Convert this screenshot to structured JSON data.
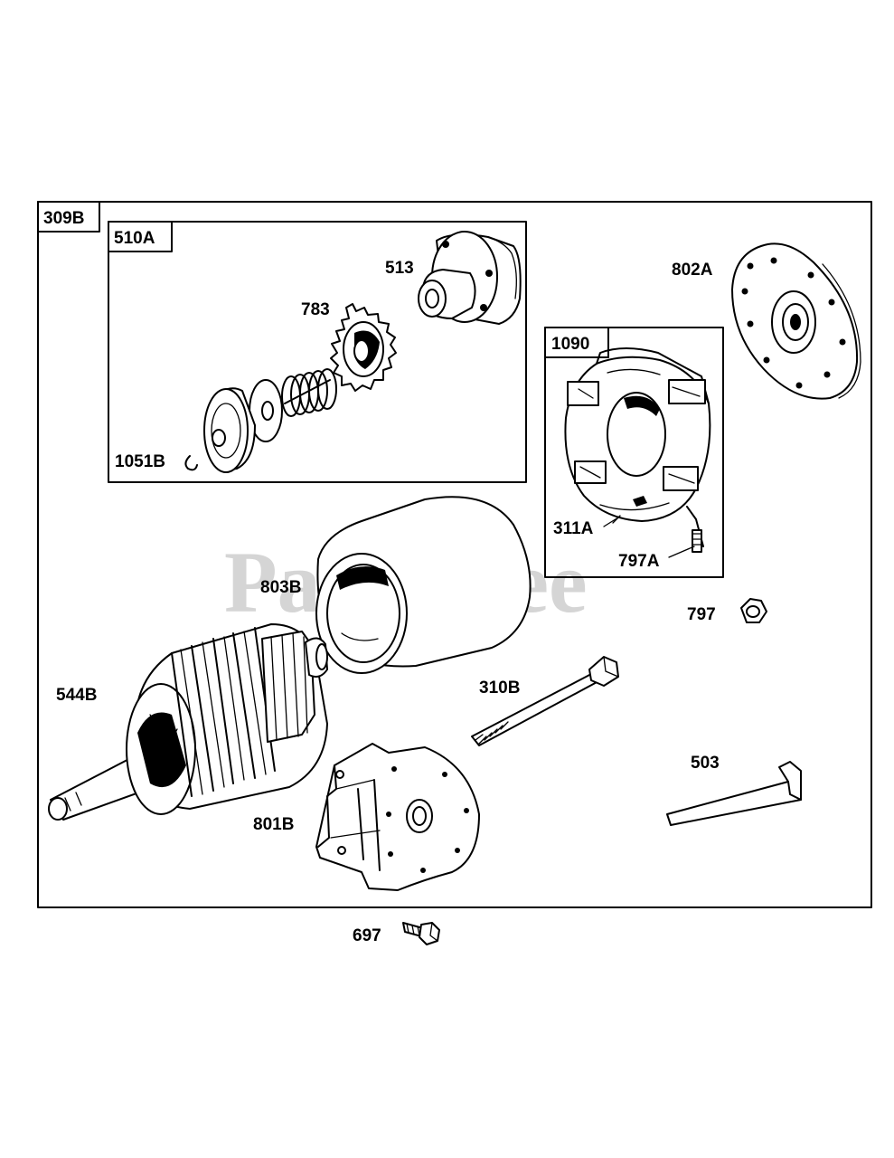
{
  "watermark": "PartsTree",
  "boxes": {
    "outer": "309B",
    "drive": "510A",
    "brush": "1090"
  },
  "labels": {
    "p513": "513",
    "p783": "783",
    "p1051b": "1051B",
    "p802a": "802A",
    "p311a": "311A",
    "p797a": "797A",
    "p803b": "803B",
    "p797": "797",
    "p310b": "310B",
    "p544b": "544B",
    "p503": "503",
    "p801b": "801B",
    "p697": "697"
  }
}
